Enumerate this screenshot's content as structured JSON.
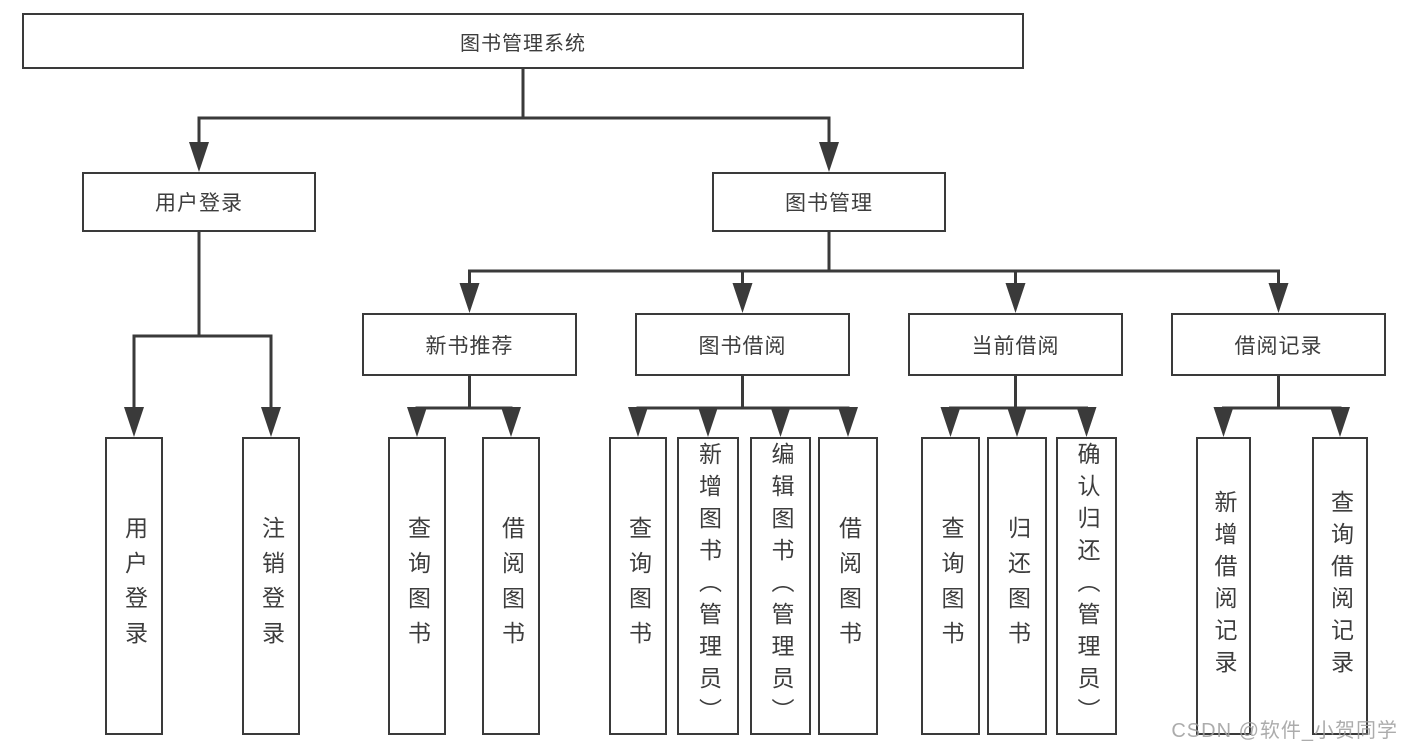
{
  "diagram": {
    "title": "图书管理系统",
    "login_branch": {
      "label": "用户登录",
      "children": [
        "用户登录",
        "注销登录"
      ]
    },
    "mgmt_branch": {
      "label": "图书管理",
      "groups": [
        {
          "label": "新书推荐",
          "children": [
            "查询图书",
            "借阅图书"
          ]
        },
        {
          "label": "图书借阅",
          "children": [
            "查询图书",
            "新增图书（管理员）",
            "编辑图书（管理员）",
            "借阅图书"
          ]
        },
        {
          "label": "当前借阅",
          "children": [
            "查询图书",
            "归还图书",
            "确认归还（管理员）"
          ]
        },
        {
          "label": "借阅记录",
          "children": [
            "新增借阅记录",
            "查询借阅记录"
          ]
        }
      ]
    }
  },
  "watermark": "CSDN @软件_小贺同学",
  "colors": {
    "line": "#3a3a3a",
    "box_border": "#3a3a3a",
    "text": "#3d3d3d",
    "watermark": "#9e9e9e",
    "background": "#ffffff"
  }
}
